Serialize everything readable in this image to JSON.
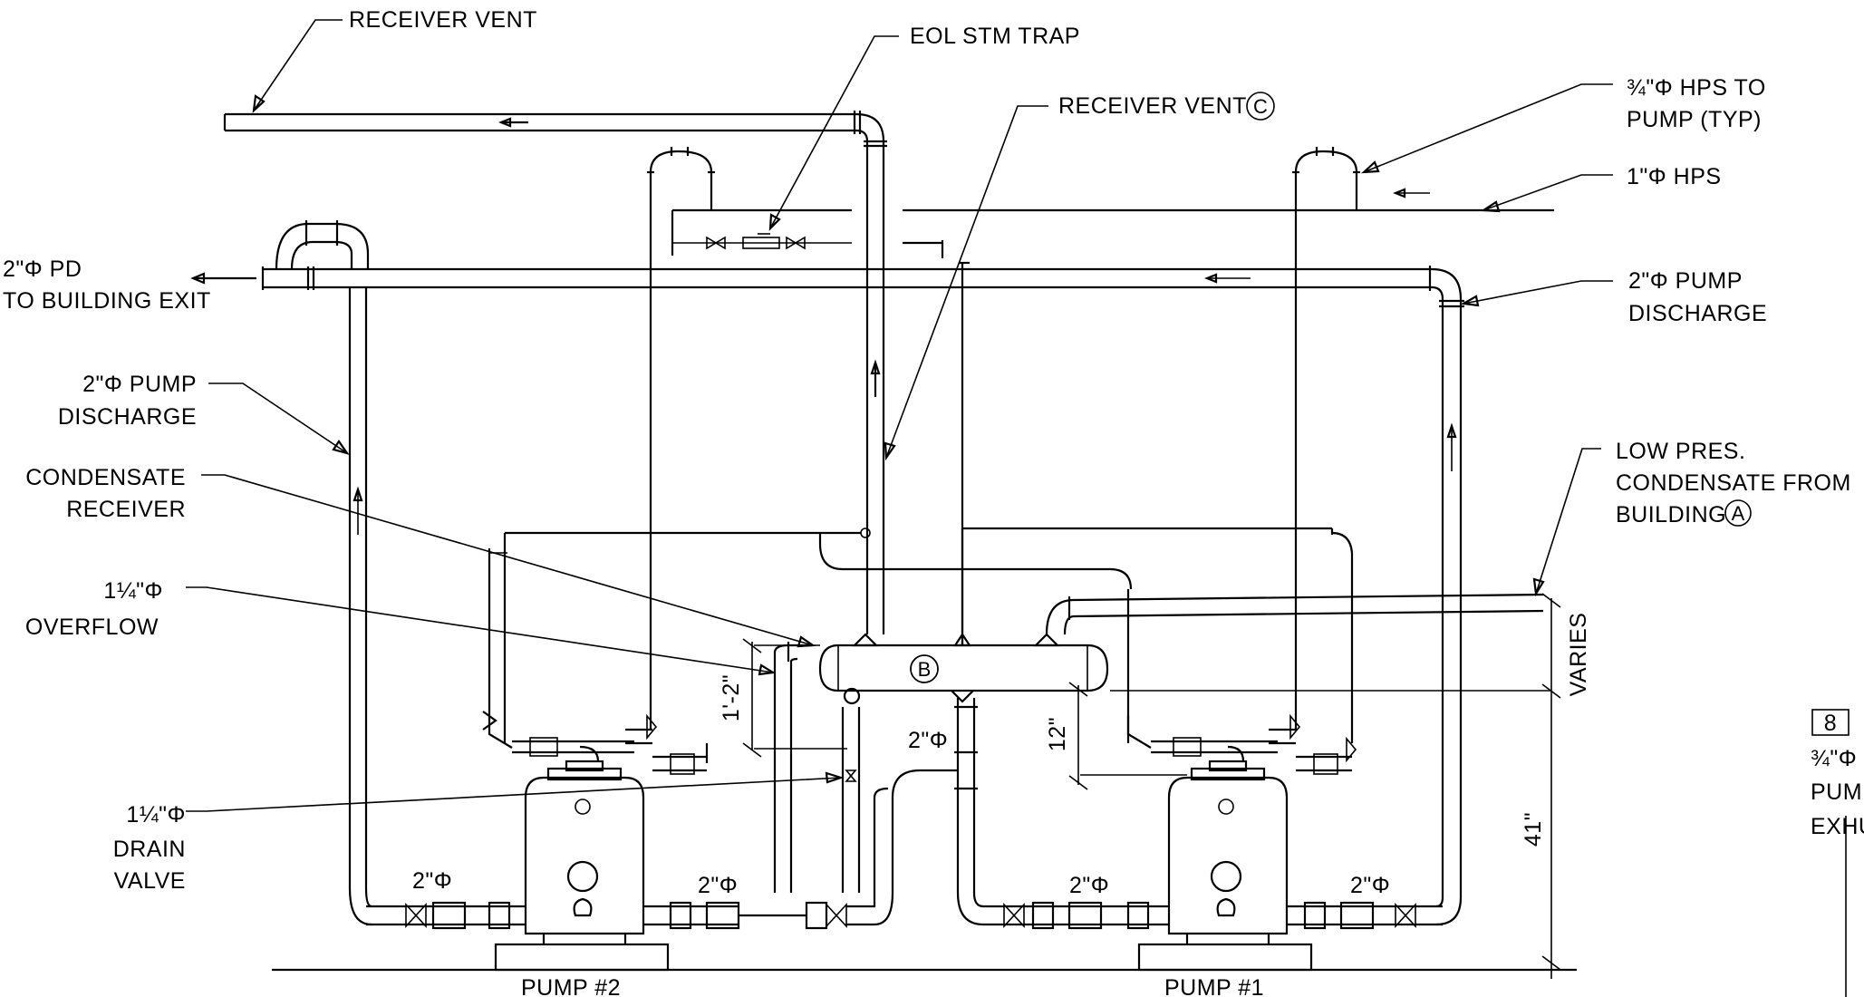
{
  "labels": {
    "receiver_vent": "RECEIVER VENT",
    "eol_stm_trap": "EOL STM TRAP",
    "receiver_vent_c_text": "RECEIVER VENT",
    "receiver_vent_c_tag": "C",
    "hps_to_pump_line1": "¾\"Φ HPS TO",
    "hps_to_pump_line2": "PUMP (TYP)",
    "hps_1in": "1\"Φ HPS",
    "pd_line1": "2\"Φ PD",
    "pd_line2": "TO BUILDING EXIT",
    "pump_discharge_right_line1": "2\"Φ PUMP",
    "pump_discharge_right_line2": "DISCHARGE",
    "pump_discharge_left_line1": "2\"Φ PUMP",
    "pump_discharge_left_line2": "DISCHARGE",
    "condensate_receiver_line1": "CONDENSATE",
    "condensate_receiver_line2": "RECEIVER",
    "overflow_line1": "1¼\"Φ",
    "overflow_line2": "OVERFLOW",
    "drain_valve_line1": "1¼\"Φ",
    "drain_valve_line2": "DRAIN",
    "drain_valve_line3": "VALVE",
    "low_pres_line1": "LOW PRES.",
    "low_pres_line2": "CONDENSATE FROM",
    "low_pres_line3": "BUILDING",
    "low_pres_tag": "A",
    "receiver_tag": "B",
    "dim_1ft2in": "1'-2\"",
    "dim_12in": "12\"",
    "dim_varies": "VARIES",
    "dim_41in": "41\"",
    "pipe_2in_a": "2\"Φ",
    "pipe_2in_b": "2\"Φ",
    "pipe_2in_c": "2\"Φ",
    "pipe_2in_d": "2\"Φ",
    "pipe_2in_e": "2\"Φ",
    "pump_2": "PUMP #2",
    "pump_1": "PUMP #1",
    "side_box_num": "8",
    "side_line1": "¾\"Φ",
    "side_line2": "PUMP",
    "side_line3": "EXHU"
  }
}
